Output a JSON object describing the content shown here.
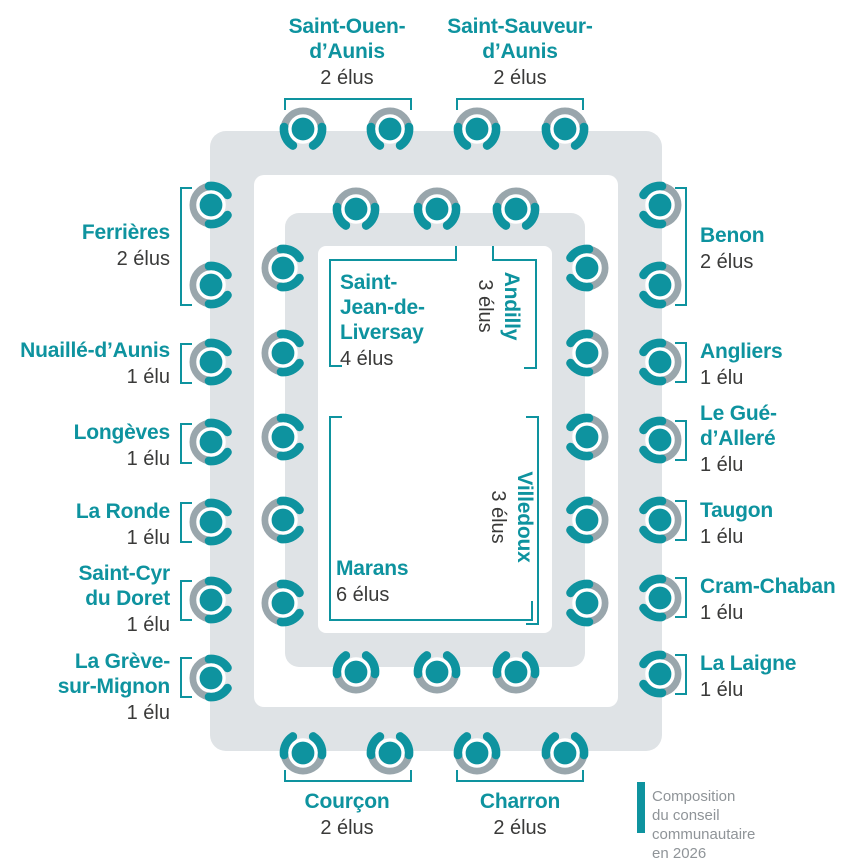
{
  "caption": {
    "line1": "Composition du conseil",
    "line2": "communautaire en 2026"
  },
  "colors": {
    "teal": "#0e939f",
    "chair_gray": "#99a6ac",
    "table_gray": "#dfe3e6",
    "count_text": "#3a3a39",
    "caption_text": "#8f9498"
  },
  "communes": [
    {
      "id": "saint-ouen-daunis",
      "name_lines": [
        "Saint-Ouen-",
        "d’Aunis"
      ],
      "count_label": "2 élus",
      "seats": 2
    },
    {
      "id": "saint-sauveur-daunis",
      "name_lines": [
        "Saint-Sauveur-",
        "d’Aunis"
      ],
      "count_label": "2 élus",
      "seats": 2
    },
    {
      "id": "ferrieres",
      "name_lines": [
        "Ferrières"
      ],
      "count_label": "2 élus",
      "seats": 2
    },
    {
      "id": "nuaille-daunis",
      "name_lines": [
        "Nuaillé-d’Aunis"
      ],
      "count_label": "1 élu",
      "seats": 1
    },
    {
      "id": "longeves",
      "name_lines": [
        "Longèves"
      ],
      "count_label": "1 élu",
      "seats": 1
    },
    {
      "id": "la-ronde",
      "name_lines": [
        "La Ronde"
      ],
      "count_label": "1 élu",
      "seats": 1
    },
    {
      "id": "saint-cyr-du-doret",
      "name_lines": [
        "Saint-Cyr",
        "du Doret"
      ],
      "count_label": "1 élu",
      "seats": 1
    },
    {
      "id": "la-greve-sur-mignon",
      "name_lines": [
        "La Grève-",
        "sur-Mignon"
      ],
      "count_label": "1 élu",
      "seats": 1
    },
    {
      "id": "benon",
      "name_lines": [
        "Benon"
      ],
      "count_label": "2 élus",
      "seats": 2
    },
    {
      "id": "angliers",
      "name_lines": [
        "Angliers"
      ],
      "count_label": "1 élu",
      "seats": 1
    },
    {
      "id": "le-gue-dallere",
      "name_lines": [
        "Le Gué-",
        "d’Alleré"
      ],
      "count_label": "1 élu",
      "seats": 1
    },
    {
      "id": "taugon",
      "name_lines": [
        "Taugon"
      ],
      "count_label": "1 élu",
      "seats": 1
    },
    {
      "id": "cram-chaban",
      "name_lines": [
        "Cram-Chaban"
      ],
      "count_label": "1 élu",
      "seats": 1
    },
    {
      "id": "la-laigne",
      "name_lines": [
        "La Laigne"
      ],
      "count_label": "1 élu",
      "seats": 1
    },
    {
      "id": "courcon",
      "name_lines": [
        "Courçon"
      ],
      "count_label": "2 élus",
      "seats": 2
    },
    {
      "id": "charron",
      "name_lines": [
        "Charron"
      ],
      "count_label": "2 élus",
      "seats": 2
    },
    {
      "id": "saint-jean-de-liversay",
      "name_lines": [
        "Saint-",
        "Jean-de-",
        "Liversay"
      ],
      "count_label": "4 élus",
      "seats": 4
    },
    {
      "id": "andilly",
      "name_lines": [
        "Andilly"
      ],
      "count_label": "3 élus",
      "seats": 3
    },
    {
      "id": "villedoux",
      "name_lines": [
        "Villedoux"
      ],
      "count_label": "3 élus",
      "seats": 3
    },
    {
      "id": "marans",
      "name_lines": [
        "Marans"
      ],
      "count_label": "6 élus",
      "seats": 6
    }
  ]
}
